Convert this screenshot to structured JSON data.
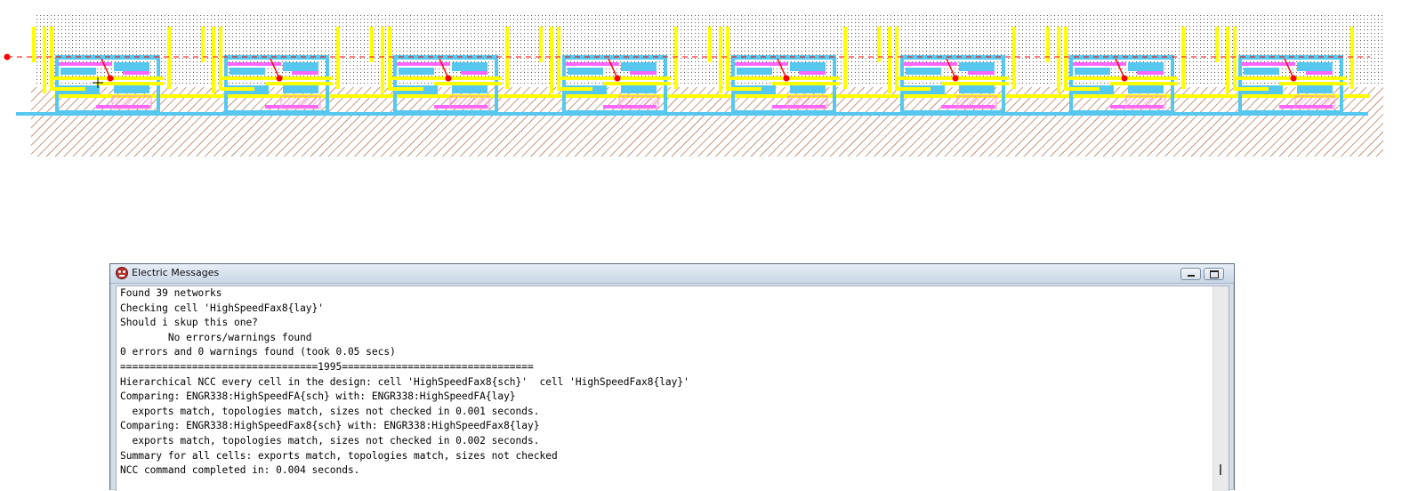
{
  "window": {
    "title": "Electric Messages"
  },
  "messages": [
    "Found 39 networks",
    "Checking cell 'HighSpeedFax8{lay}'",
    "Should i skup this one?",
    "        No errors/warnings found",
    "0 errors and 0 warnings found (took 0.05 secs)",
    "=================================1995================================",
    "Hierarchical NCC every cell in the design: cell 'HighSpeedFax8{sch}'  cell 'HighSpeedFax8{lay}'",
    "Comparing: ENGR338:HighSpeedFA{sch} with: ENGR338:HighSpeedFA{lay}",
    "  exports match, topologies match, sizes not checked in 0.001 seconds.",
    "Comparing: ENGR338:HighSpeedFax8{sch} with: ENGR338:HighSpeedFax8{lay}",
    "  exports match, topologies match, sizes not checked in 0.002 seconds.",
    "Summary for all cells: exports match, topologies match, sizes not checked",
    "NCC command completed in: 0.004 seconds."
  ],
  "layout": {
    "cell_count": 8,
    "colors": {
      "metal1": "#56c8ef",
      "metal2": "#ffff00",
      "poly": "#ff66ff",
      "pdiff": "#ff99cc",
      "highlight": "#ff0000",
      "substrate_hatch": "#a0522d",
      "well_dots": "#555555"
    },
    "icons": {
      "app": "electric-app-icon",
      "minimize": "minimize-icon",
      "maximize": "maximize-icon",
      "cursor": "crosshair-cursor-icon"
    }
  }
}
